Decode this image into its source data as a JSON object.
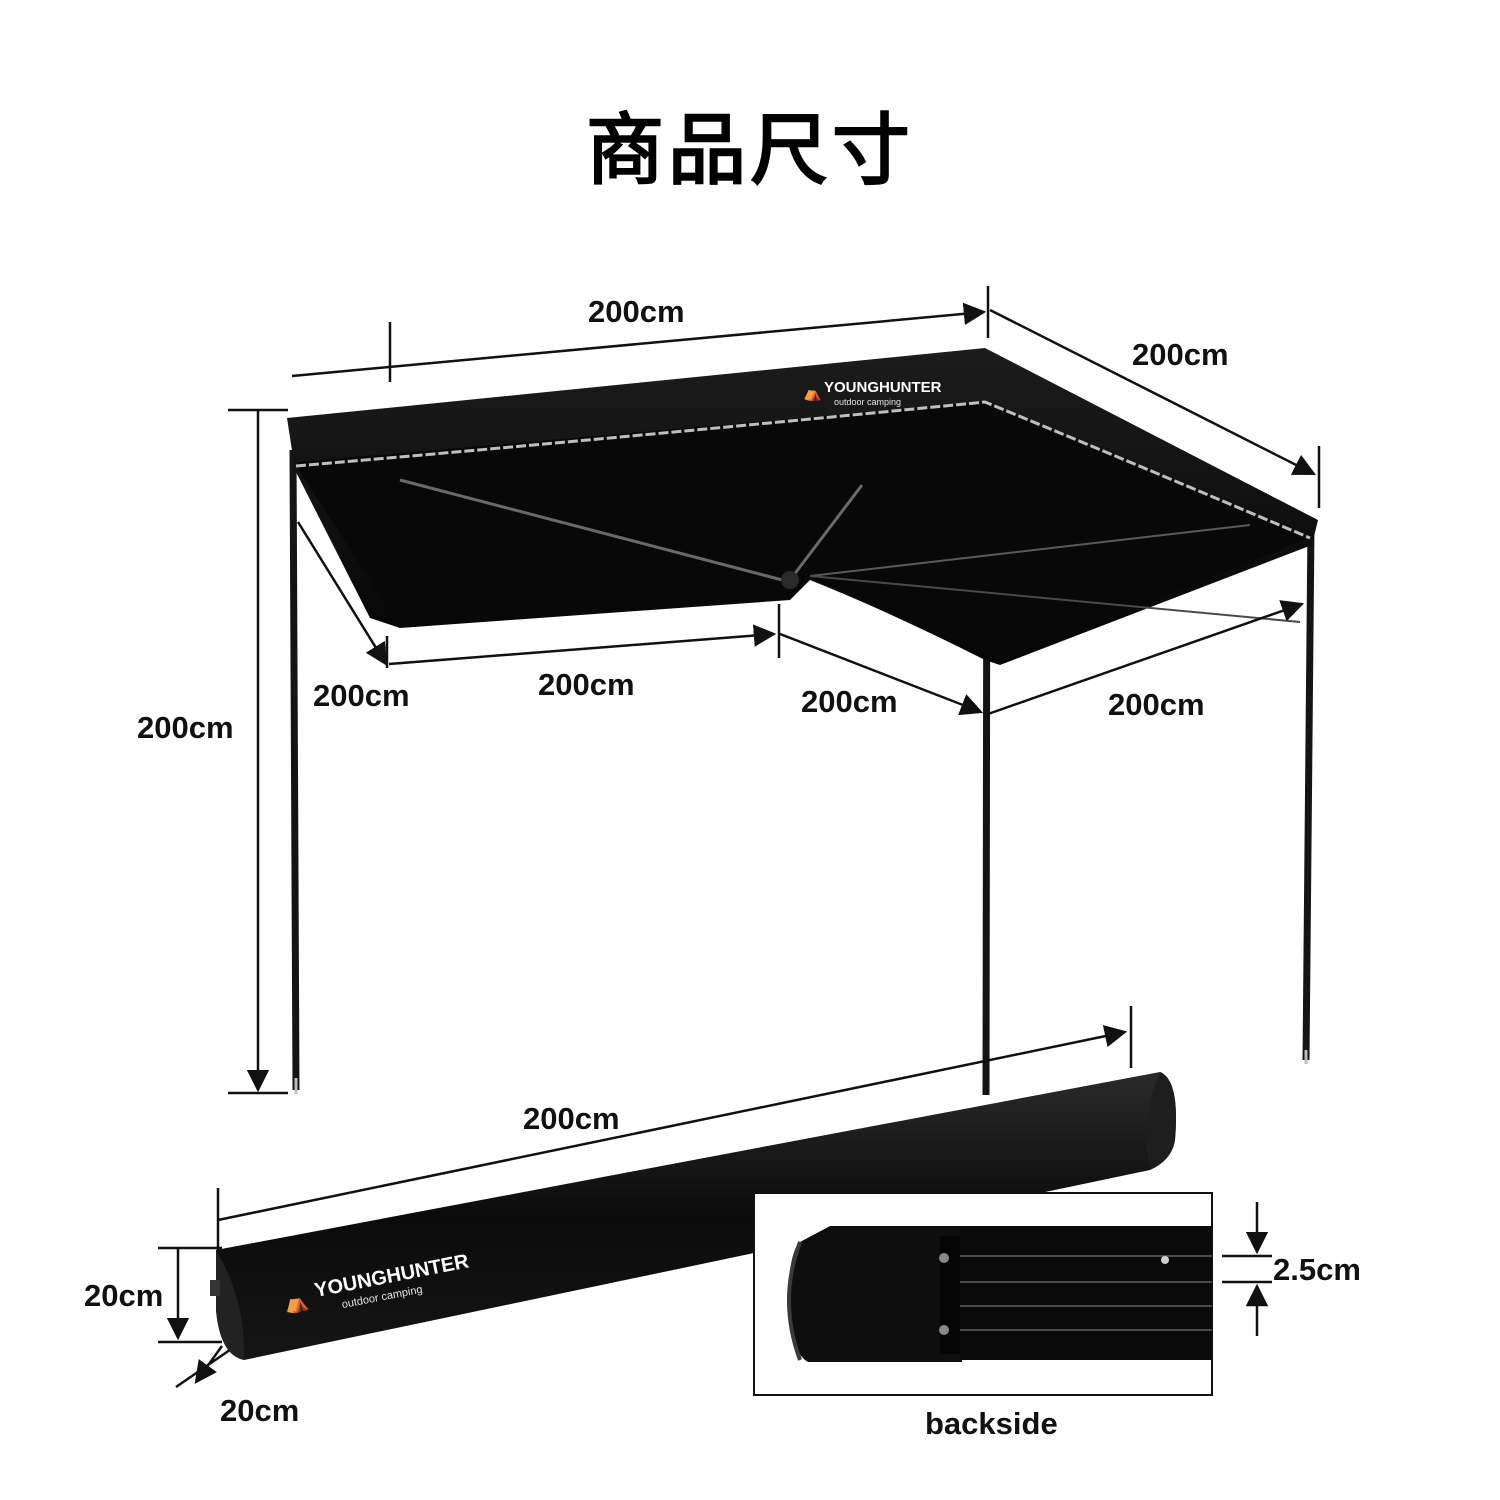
{
  "title": "商品尺寸",
  "brand": {
    "name": "YOUNGHUNTER",
    "tagline": "outdoor camping"
  },
  "dimensions": {
    "top_width": "200cm",
    "top_depth": "200cm",
    "height": "200cm",
    "front_left_slant": "200cm",
    "front_bottom": "200cm",
    "front_mid_slant": "200cm",
    "front_right_slant": "200cm",
    "bag_length": "200cm",
    "bag_height": "20cm",
    "bag_width": "20cm",
    "rail_height": "2.5cm"
  },
  "inset_label": "backside",
  "colors": {
    "canopy": "#0d0d0d",
    "reflective_trim": "#bfbfbf",
    "dimension_line": "#111111"
  }
}
